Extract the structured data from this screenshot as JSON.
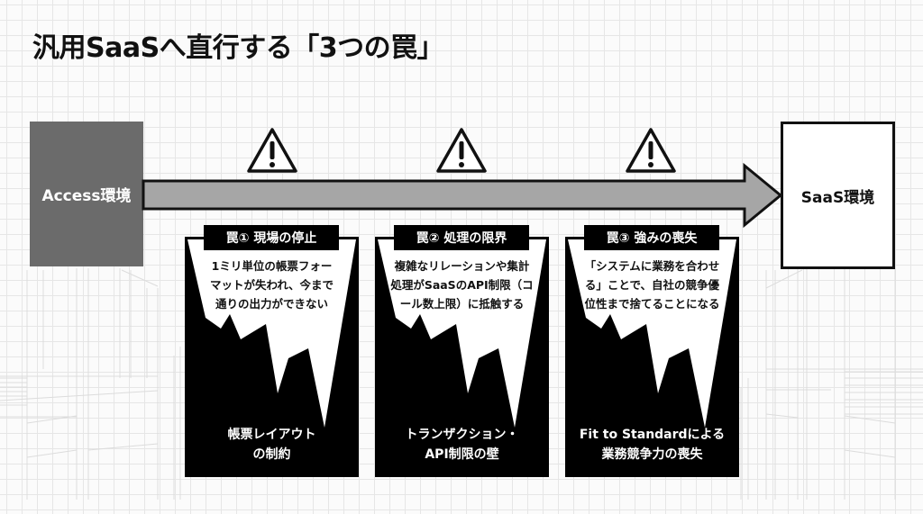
{
  "title": "汎用SaaSへ直行する「3つの罠」",
  "source": {
    "label": "Access環境",
    "color": "#6b6b6b"
  },
  "target": {
    "label": "SaaS環境"
  },
  "arrow": {
    "fill": "#a6a6a6",
    "stroke": "#111111"
  },
  "warning_icons": [
    "warning-triangle-icon",
    "warning-triangle-icon",
    "warning-triangle-icon"
  ],
  "traps": [
    {
      "label": "罠① 現場の停止",
      "description": "1ミリ単位の帳票フォー\nマットが失われ、今まで\n通りの出力ができない",
      "summary": "帳票レイアウト\nの制約"
    },
    {
      "label": "罠② 処理の限界",
      "description": "複雑なリレーションや集計\n処理がSaaSのAPI制限（コ\nール数上限）に抵触する",
      "summary": "トランザクション・\nAPI制限の壁"
    },
    {
      "label": "罠③ 強みの喪失",
      "description": "「システムに業務を合わせ\nる」ことで、自社の競争優\n位性まで捨てることになる",
      "summary": "Fit to Standardによる\n業務競争力の喪失"
    }
  ]
}
